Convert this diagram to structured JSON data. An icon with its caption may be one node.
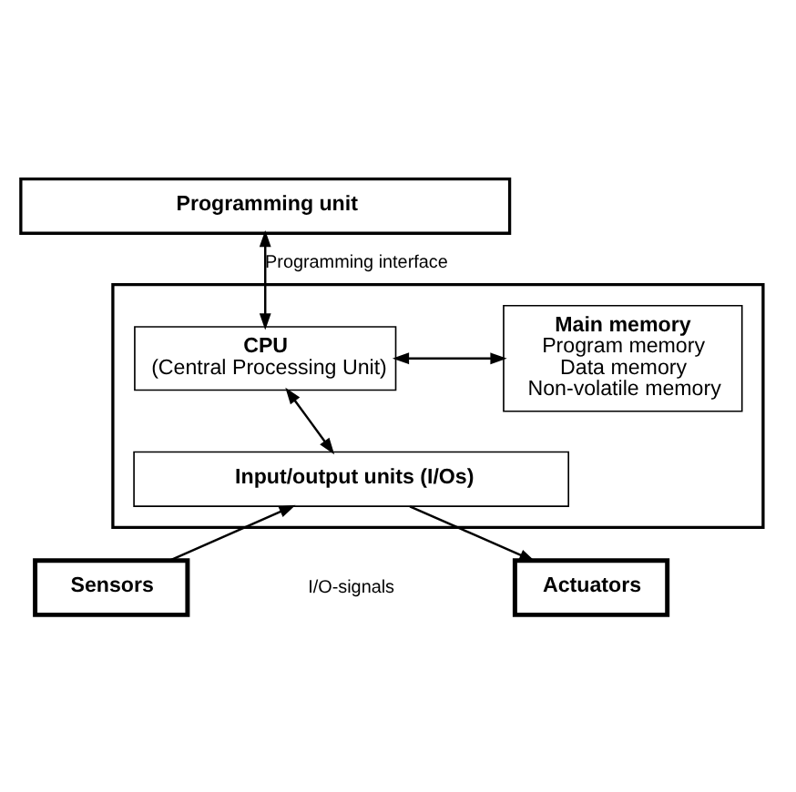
{
  "diagram": {
    "nodes": [
      {
        "text": [
          "Programming unit"
        ]
      },
      {
        "text": [],
        "shape": "box"
      },
      {
        "text": [
          "CPU",
          "(Central Processing Unit)"
        ],
        "in": 1
      },
      {
        "text": [
          "Main memory",
          "Program memory",
          "Data memory",
          "Non-volatile memory"
        ],
        "in": 1
      },
      {
        "text": [
          "Input/output units (I/Os)"
        ],
        "in": 1
      },
      {
        "text": [
          "Sensors"
        ]
      },
      {
        "text": [
          "Actuators"
        ]
      }
    ],
    "edges": [
      {
        "from": 0,
        "to": 2,
        "arrow": "both",
        "label": "Programming interface"
      },
      {
        "from": 2,
        "to": 3,
        "arrow": "both"
      },
      {
        "from": 2,
        "to": 4,
        "arrow": "both"
      },
      {
        "from": 5,
        "to": 4,
        "arrow": "to"
      },
      {
        "from": 4,
        "to": 6,
        "arrow": "to"
      }
    ],
    "labels": [
      "I/O-signals"
    ]
  }
}
